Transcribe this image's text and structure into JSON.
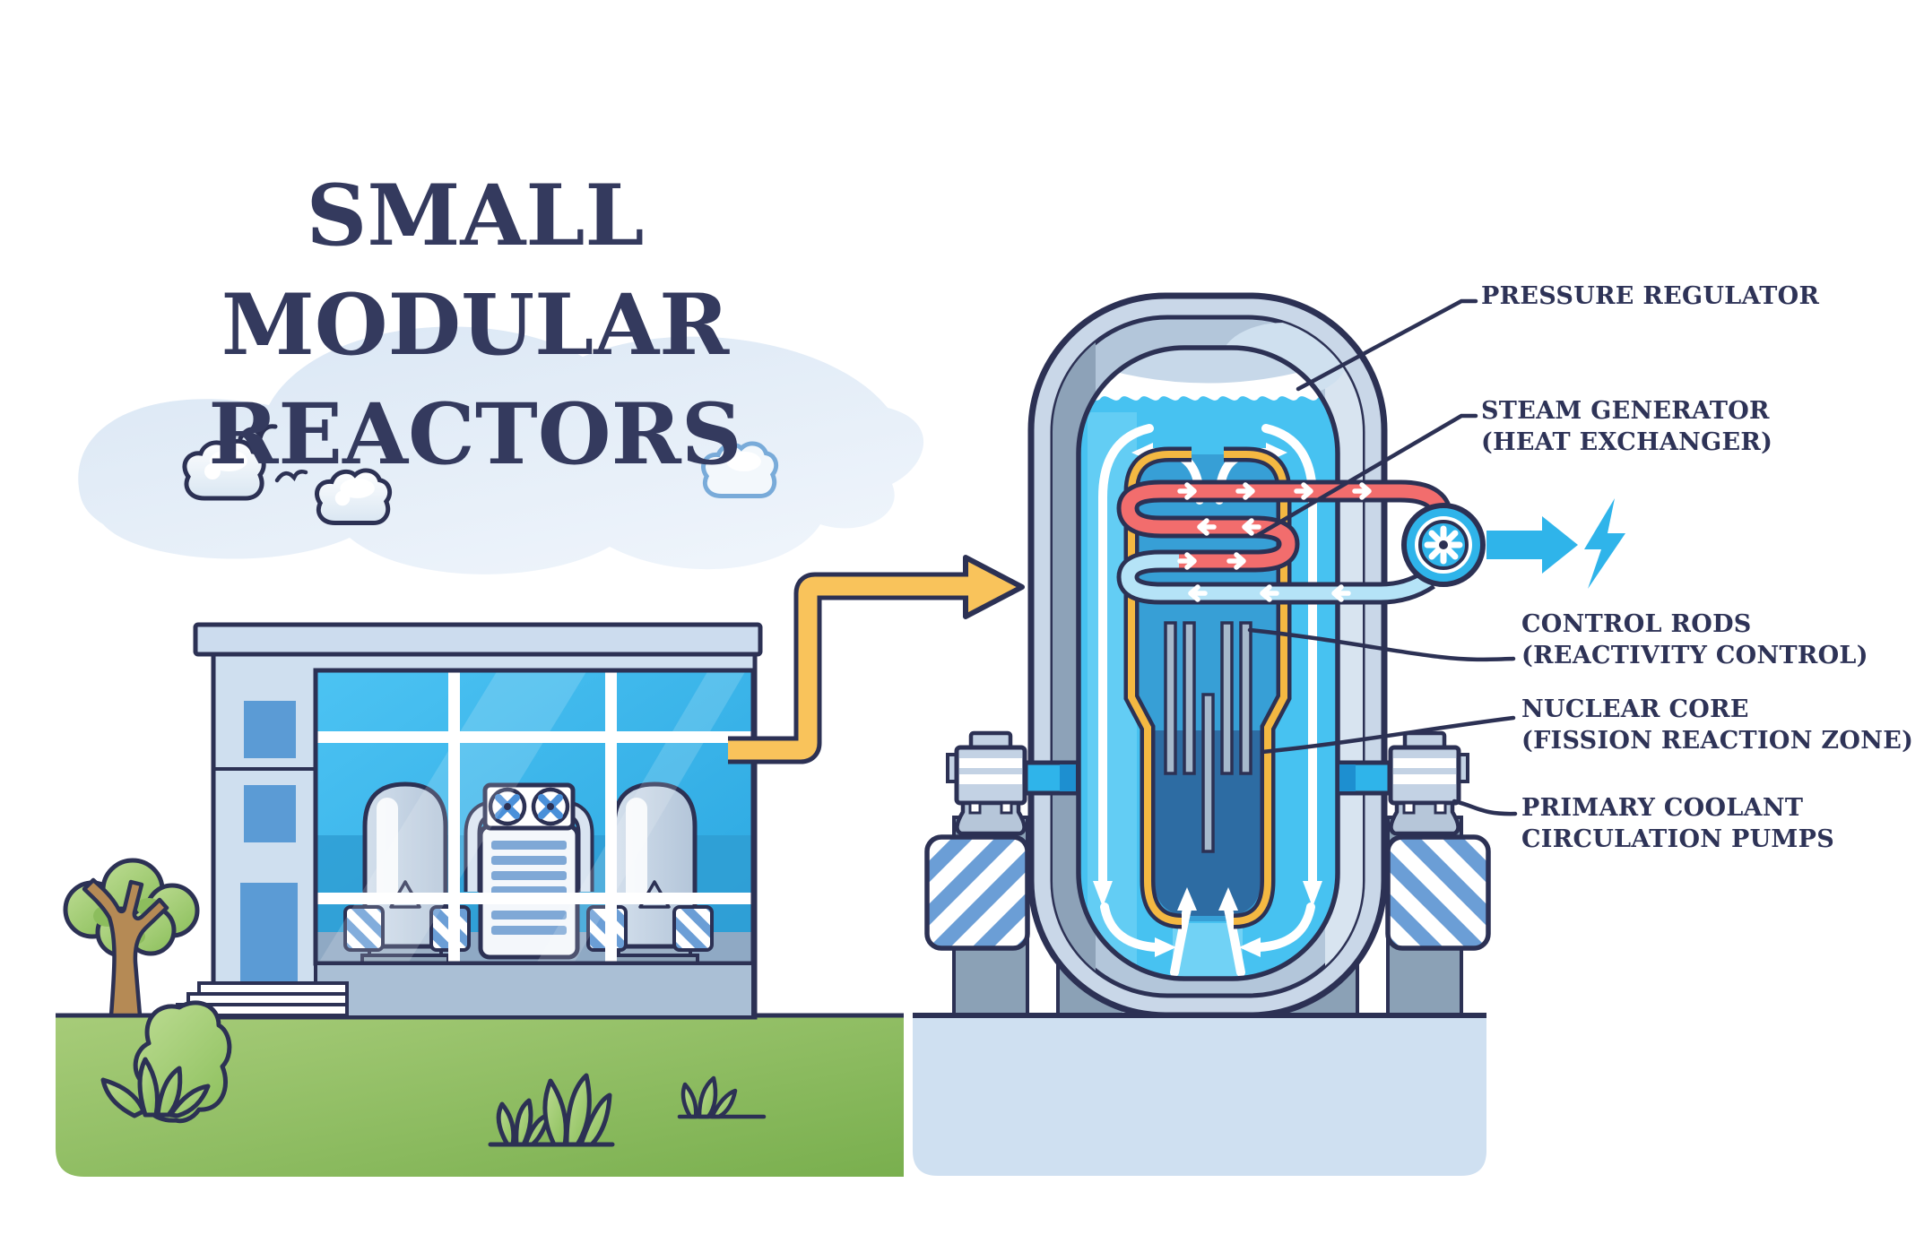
{
  "title": {
    "line1": "SMALL MODULAR",
    "line2": "REACTORS"
  },
  "labels": {
    "pressure_regulator": {
      "line1": "PRESSURE REGULATOR",
      "line2": ""
    },
    "steam_generator": {
      "line1": "STEAM GENERATOR",
      "line2": "(HEAT EXCHANGER)"
    },
    "control_rods": {
      "line1": "CONTROL RODS",
      "line2": "(REACTIVITY CONTROL)"
    },
    "nuclear_core": {
      "line1": "NUCLEAR CORE",
      "line2": "(FISSION REACTION ZONE)"
    },
    "primary_pumps": {
      "line1": "PRIMARY COOLANT",
      "line2": "CIRCULATION PUMPS"
    }
  },
  "icons": [
    "turbine-fan-icon",
    "lightning-bolt-icon",
    "energy-transfer-arrow-icon",
    "flow-arrow-icon",
    "recycle-icon",
    "cloud-icon",
    "bird-icon",
    "tree-icon",
    "bush-icon",
    "hazard-stripes-icon"
  ],
  "colors": {
    "outline_navy": "#2c3154",
    "title_navy": "#343a5e",
    "label_navy": "#2e3357",
    "water_cyan": "#47c2f1",
    "accent_cyan": "#2fb4ea",
    "hot_pipe_red": "#f26d6d",
    "cold_pipe_blue": "#b5e3f7",
    "vessel_steel": "#c9d7e8",
    "shell_yellow": "#f4b842",
    "transfer_arrow_yellow": "#f9c35b",
    "grass_green": "#8fbf5f",
    "glass_blue": "#3bb7ee",
    "core_blue": "#2d6ca3",
    "platform_blue": "#cfe0f1"
  }
}
